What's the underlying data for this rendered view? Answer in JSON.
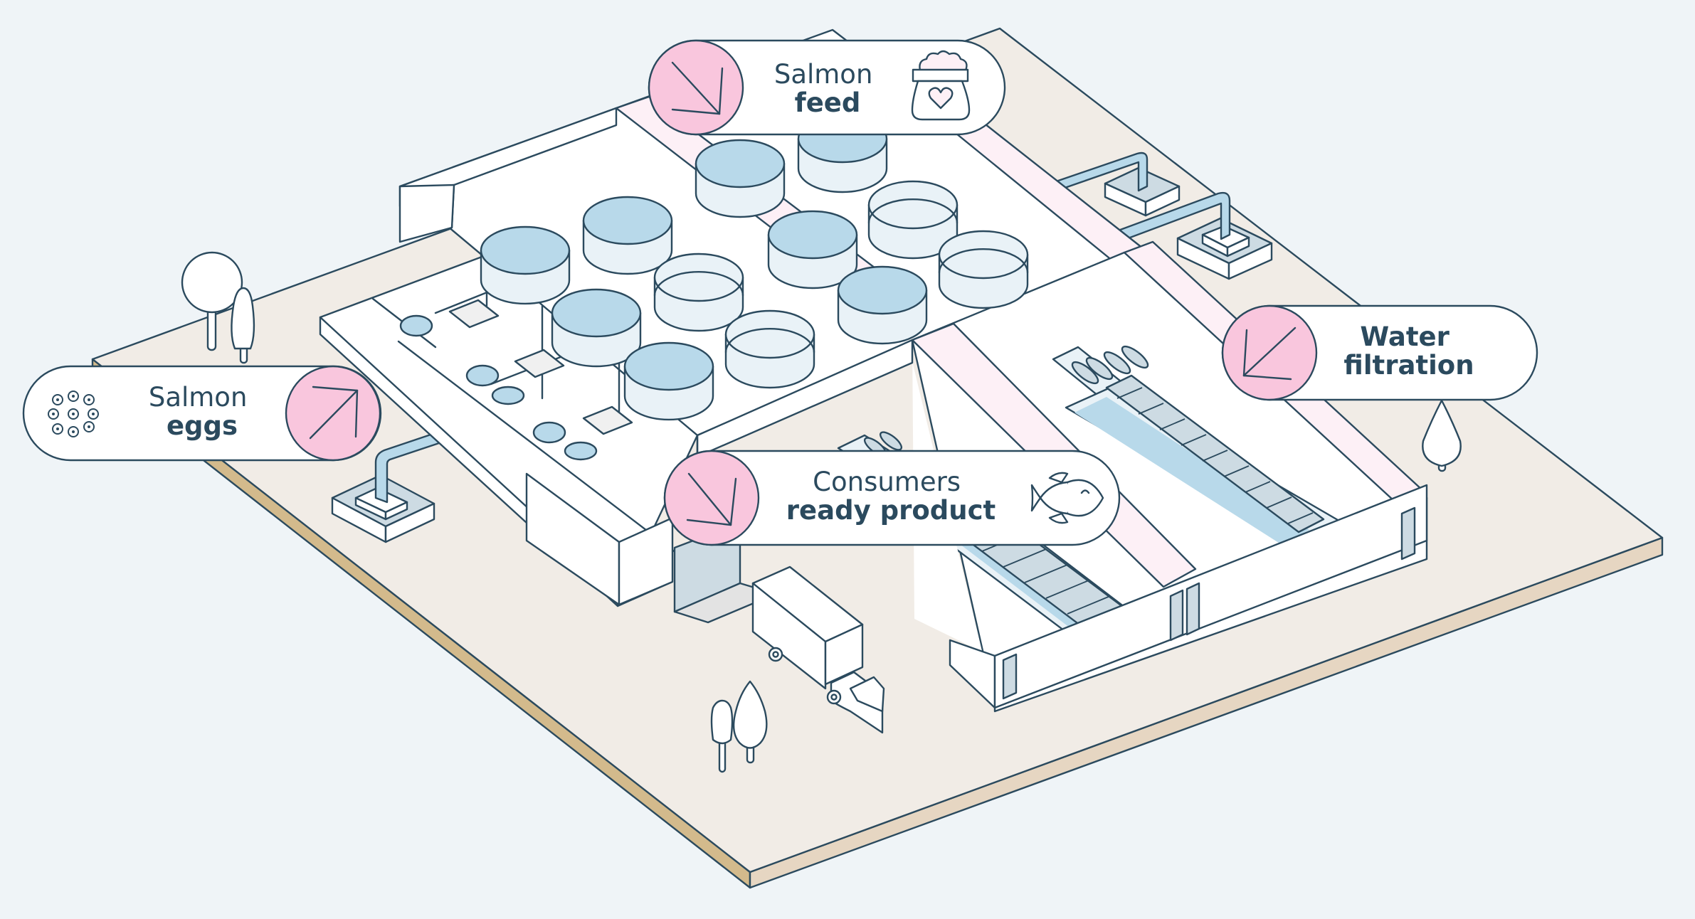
{
  "title": "Salmon farming facility overview",
  "colors": {
    "background": "#eff4f7",
    "ground": "#f1ece6",
    "ground_edge_left": "#d3ba8c",
    "ground_edge_right": "#e6d6c2",
    "line": "#2b4a5e",
    "water": "#b8d9ea",
    "water_light": "#e9f2f7",
    "corridor_pink": "#fdf0f6",
    "accent_pink": "#f9c6dd",
    "door": "#cddbe3"
  },
  "callouts": [
    {
      "id": "salmon-feed",
      "line1": "Salmon",
      "line2": "feed",
      "arrow_direction": "down-right",
      "icon": "feed-bag-heart-icon",
      "arrow_side": "left"
    },
    {
      "id": "salmon-eggs",
      "line1": "Salmon",
      "line2": "eggs",
      "arrow_direction": "up-right",
      "icon": "salmon-eggs-icon",
      "arrow_side": "right"
    },
    {
      "id": "consumers-ready-product",
      "line1": "Consumers",
      "line2": "ready product",
      "arrow_direction": "down-right",
      "icon": "fish-icon",
      "arrow_side": "left"
    },
    {
      "id": "water-filtration",
      "line1": "Water",
      "line2": "filtration",
      "arrow_direction": "down-left",
      "icon": "none",
      "arrow_side": "left"
    }
  ],
  "scene_elements": {
    "fish_tanks_count": 12,
    "trees_count": 5,
    "truck": "delivery-truck",
    "pumps_count": 3
  }
}
